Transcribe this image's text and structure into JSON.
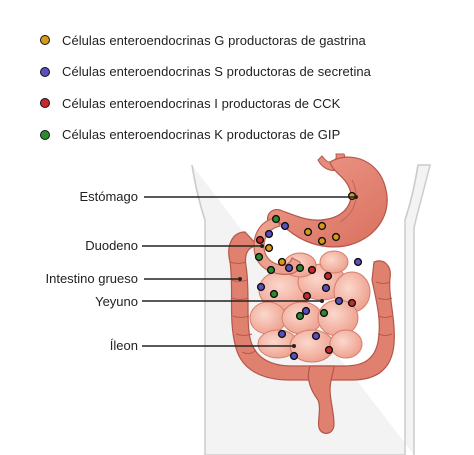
{
  "legend": [
    {
      "label": "Células enteroendocrinas G productoras de gastrina",
      "color": "#d69a1a"
    },
    {
      "label": "Células enteroendocrinas S productoras de secretina",
      "color": "#5a4fc0"
    },
    {
      "label": "Células enteroendocrinas I productoras de CCK",
      "color": "#c62a2a"
    },
    {
      "label": "Células enteroendocrinas K productoras de GIP",
      "color": "#2e8a2e"
    }
  ],
  "organs": [
    {
      "name": "stomach",
      "label": "Estómago"
    },
    {
      "name": "duodenum",
      "label": "Duodeno"
    },
    {
      "name": "large-intestine",
      "label": "Intestino grueso"
    },
    {
      "name": "jejunum",
      "label": "Yeyuno"
    },
    {
      "name": "ileum",
      "label": "Íleon"
    }
  ],
  "colors": {
    "torso_outline": "#c8c8c8",
    "torso_fill": "#f4f4f4",
    "stomach": "#e5897c",
    "small_intestine": "#f2b6a6",
    "large_intestine": "#e07f72",
    "leader_line": "#222222"
  }
}
